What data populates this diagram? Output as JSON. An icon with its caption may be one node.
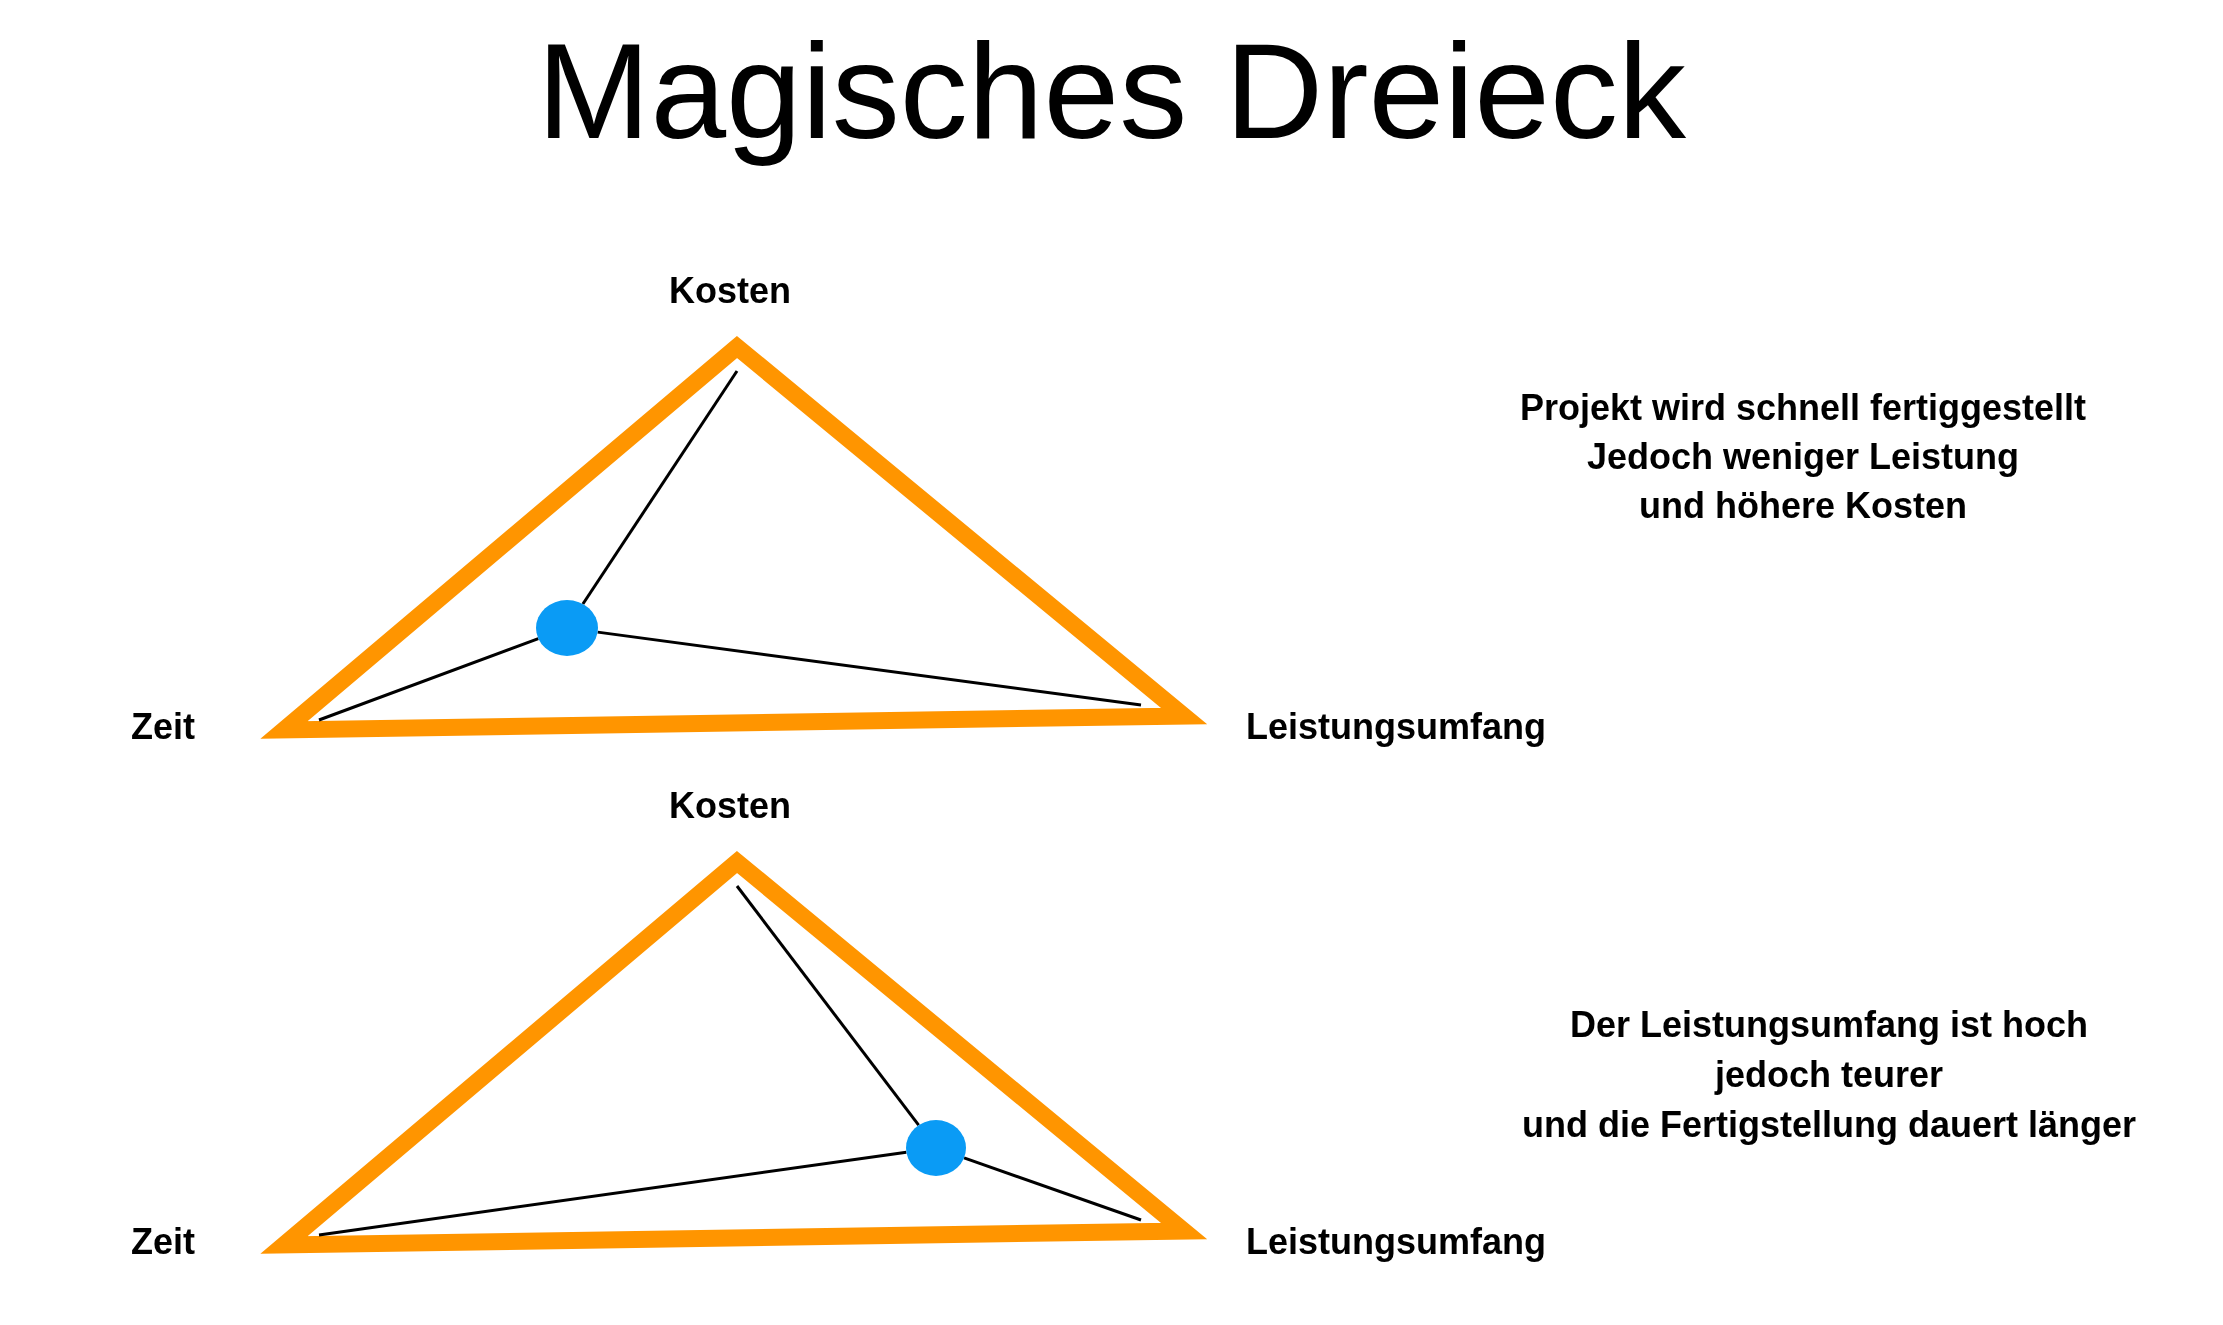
{
  "diagram": {
    "title": "Magisches Dreieck",
    "nodes": [
      {
        "text": [
          "Kosten",
          "Zeit",
          "Leistungsumfang"
        ]
      },
      {
        "text": [],
        "shape": "circle",
        "in": 0
      },
      {
        "text": [
          "Kosten",
          "Zeit",
          "Leistungsumfang"
        ]
      },
      {
        "text": [],
        "shape": "circle",
        "in": 2
      }
    ],
    "edges": [
      {
        "from": 1,
        "to": 0,
        "arrow": "none"
      },
      {
        "from": 1,
        "to": 0,
        "arrow": "none"
      },
      {
        "from": 1,
        "to": 0,
        "arrow": "none"
      },
      {
        "from": 3,
        "to": 2,
        "arrow": "none"
      },
      {
        "from": 3,
        "to": 2,
        "arrow": "none"
      },
      {
        "from": 3,
        "to": 2,
        "arrow": "none"
      }
    ],
    "labels": [
      "Projekt wird schnell fertiggestellt",
      "Jedoch weniger Leistung",
      "und höhere Kosten",
      "Der Leistungsumfang ist hoch",
      "jedoch teurer",
      "und die Fertigstellung dauert länger"
    ]
  }
}
